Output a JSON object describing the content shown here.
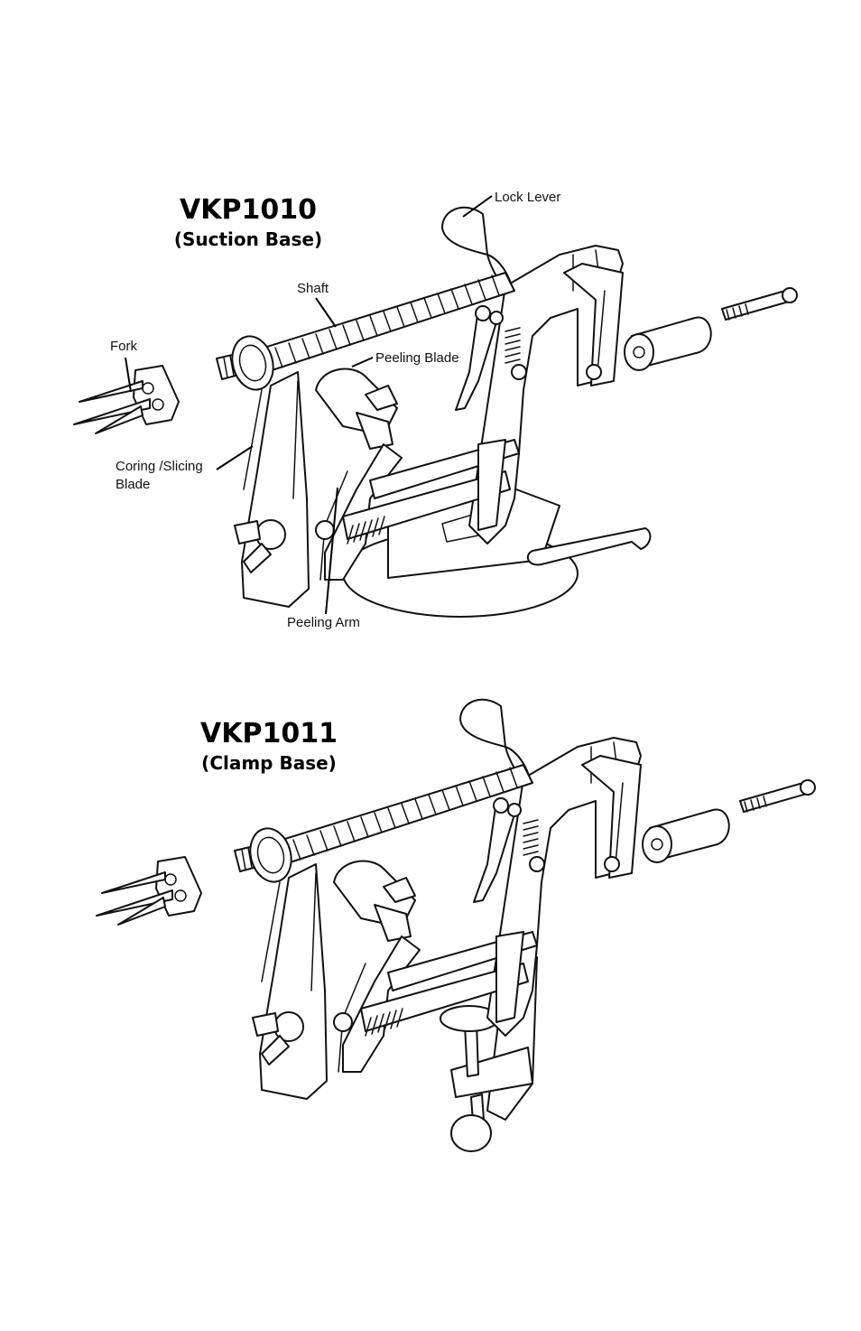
{
  "diagram1": {
    "model": "VKP1010",
    "base": "(Suction Base)",
    "labels": {
      "lock_lever": "Lock Lever",
      "shaft": "Shaft",
      "fork": "Fork",
      "peeling_blade": "Peeling Blade",
      "coring_line1": "Coring /Slicing",
      "coring_line2": "Blade",
      "peeling_arm": "Peeling Arm"
    }
  },
  "diagram2": {
    "model": "VKP1011",
    "base": "(Clamp Base)"
  }
}
